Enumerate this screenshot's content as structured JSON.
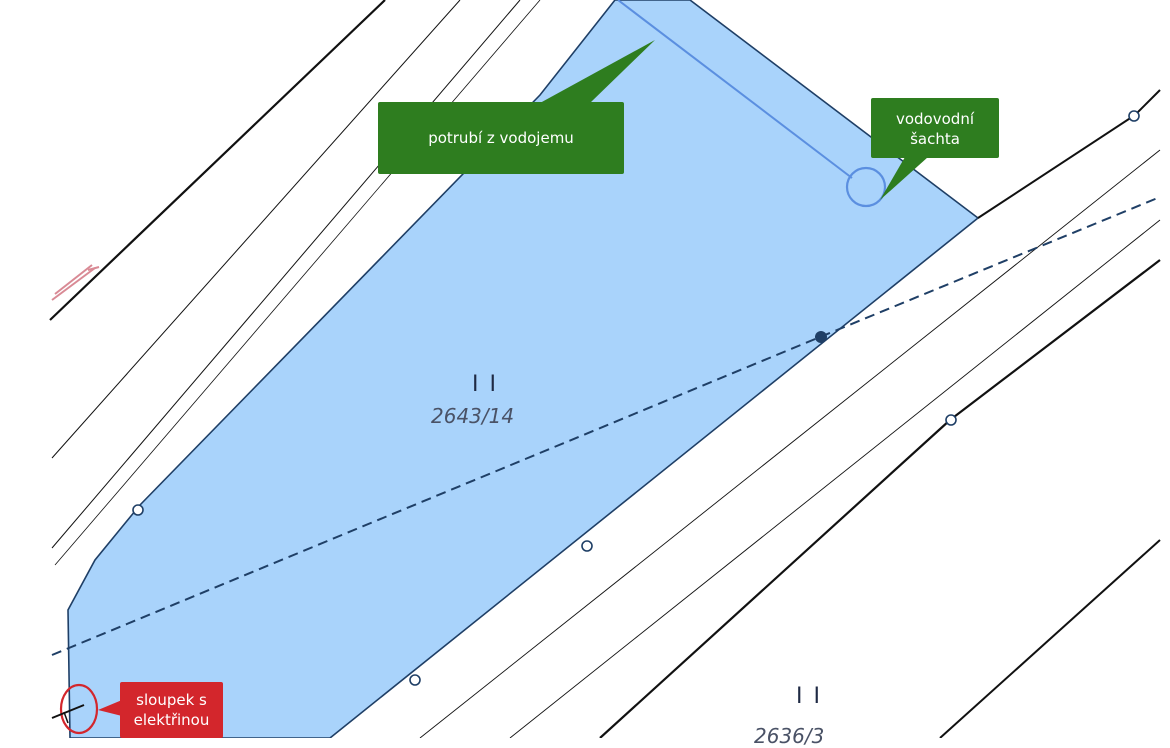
{
  "colors": {
    "parcel_fill": "#a9d3fb",
    "parcel_edge": "#1f3f66",
    "callout_green": "#2e7d1f",
    "callout_red": "#d3262c",
    "pipe": "#5b8fe0",
    "line_black": "#111111"
  },
  "callouts": {
    "pipe_label": "potrubí z vodojemu",
    "shaft_label_line1": "vodovodní",
    "shaft_label_line2": "šachta",
    "pole_label_line1": "sloupek s",
    "pole_label_line2": "elektřinou"
  },
  "parcels": {
    "main": {
      "class_mark": "I I",
      "number": "2643/14"
    },
    "lower": {
      "class_mark": "I I",
      "number": "2636/3"
    }
  }
}
